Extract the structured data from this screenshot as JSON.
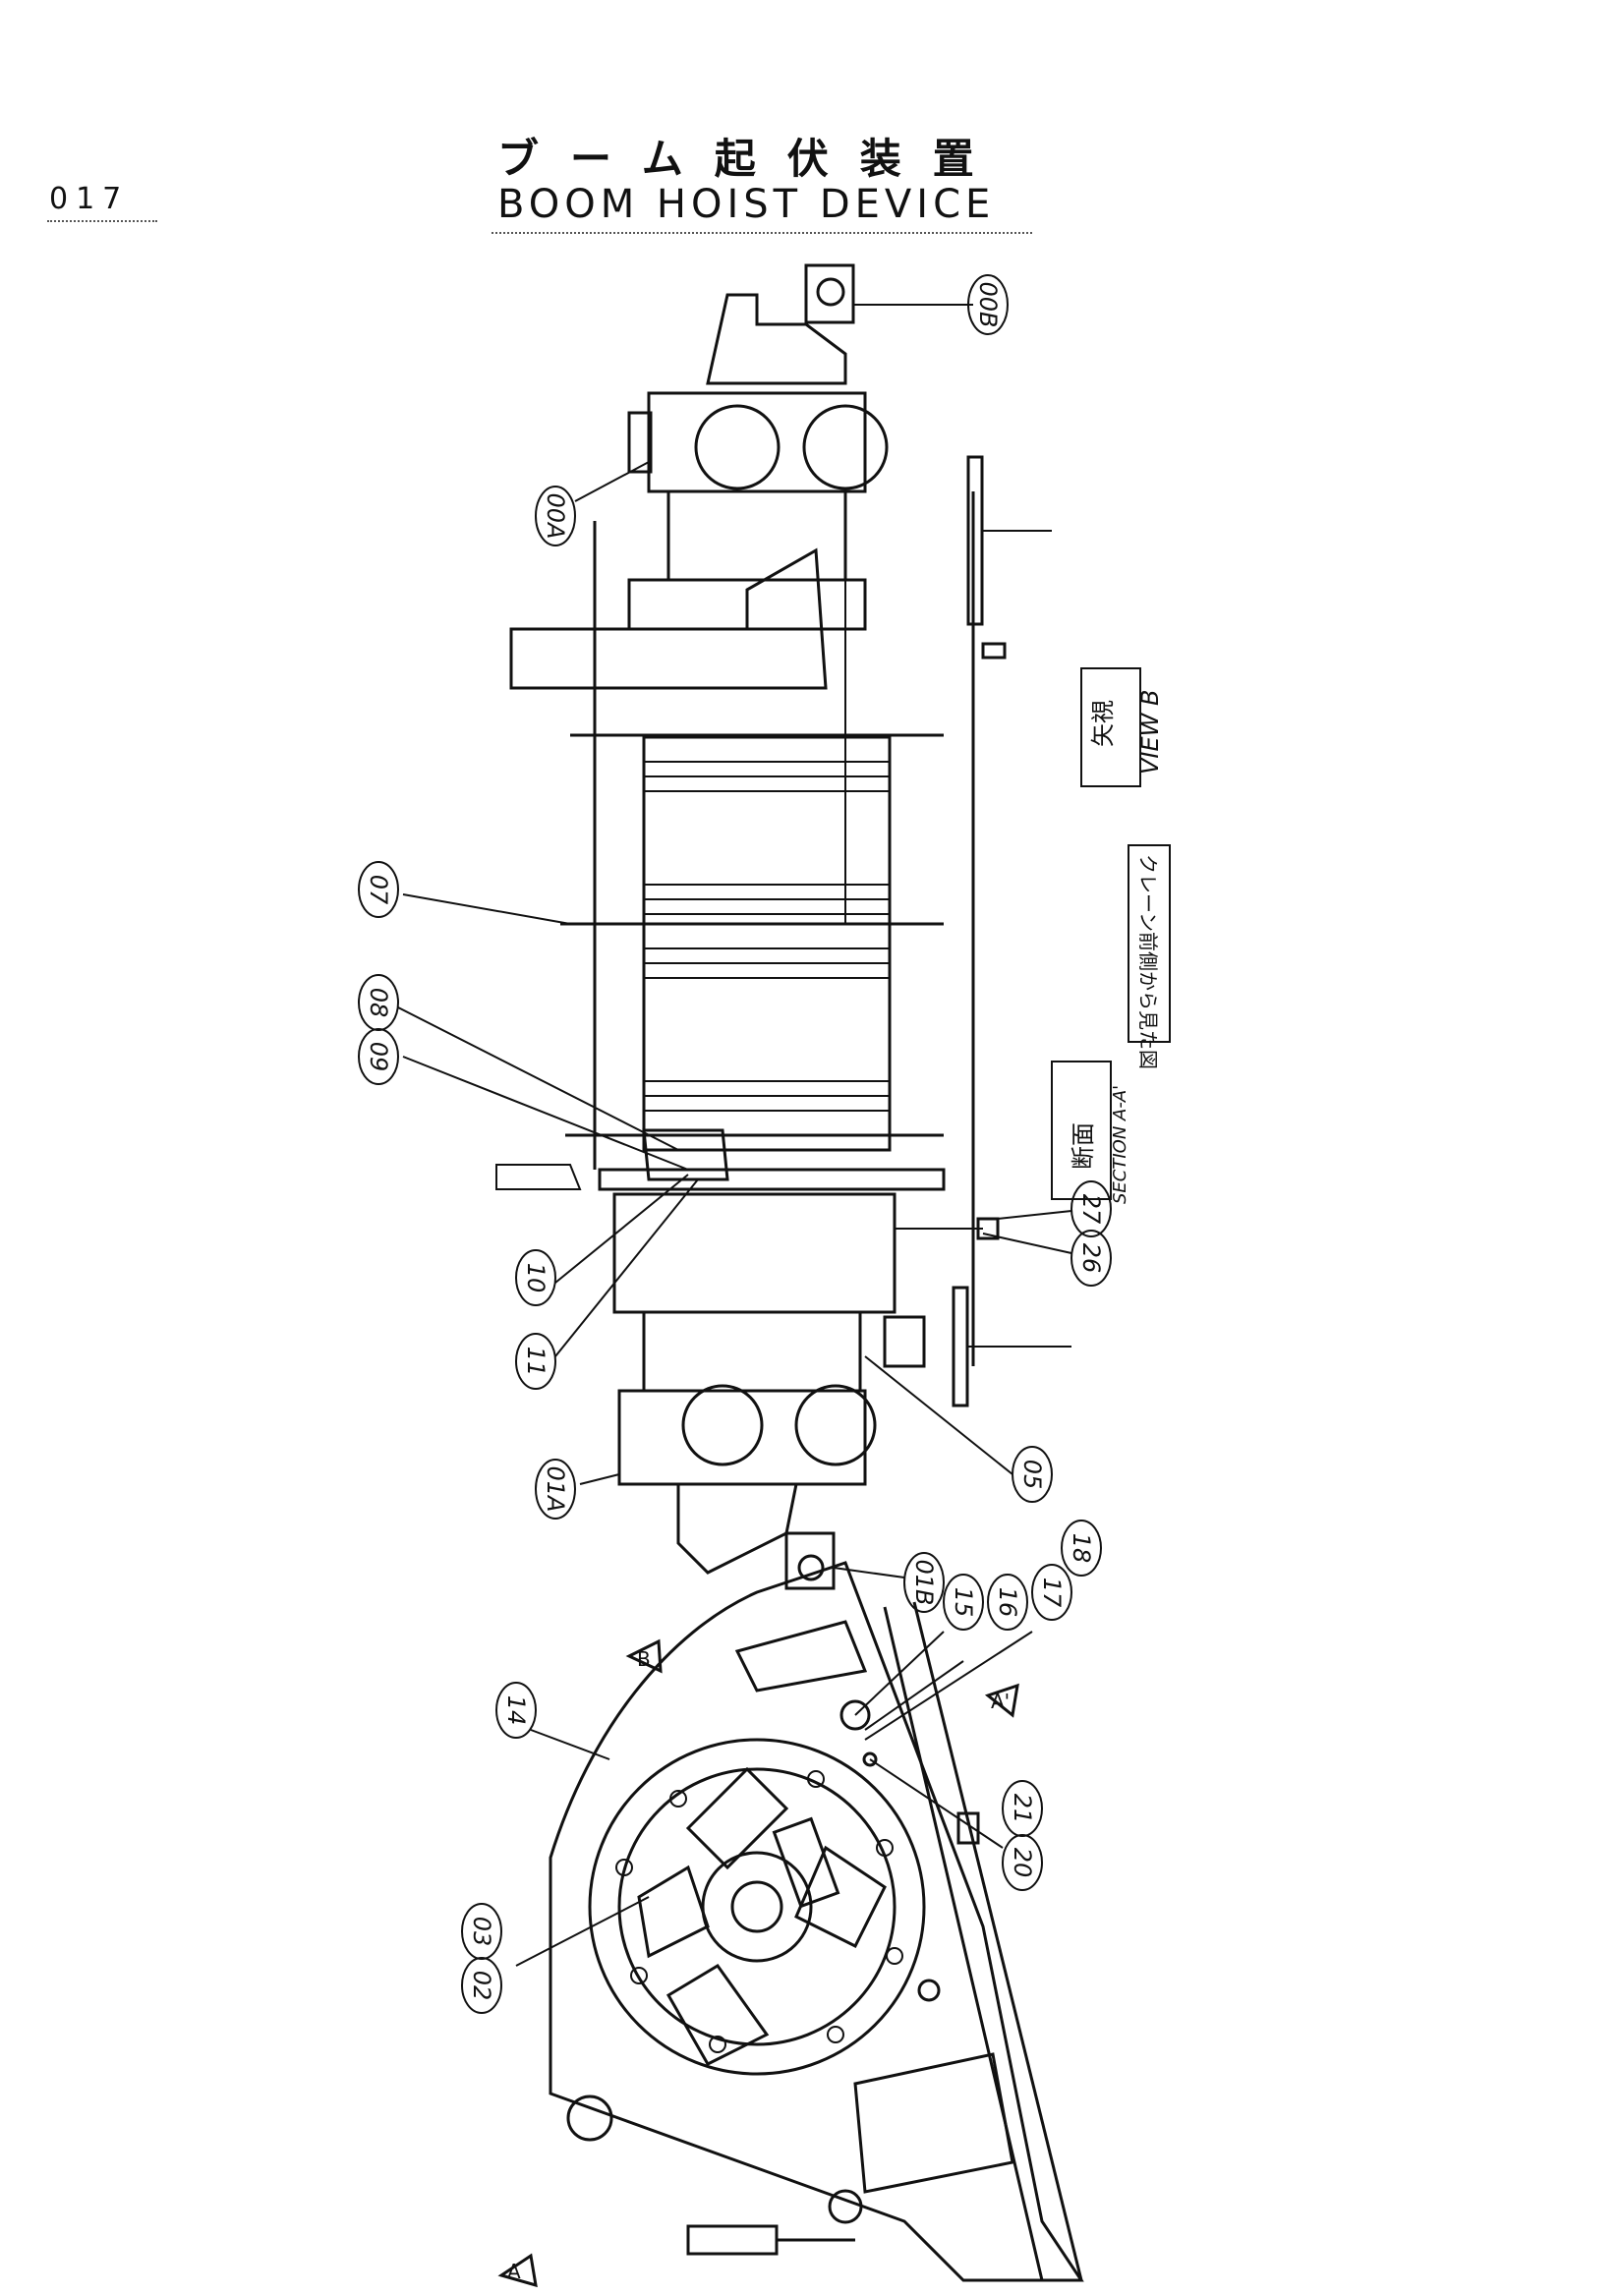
{
  "page": {
    "number": "017",
    "title_jp": "ブーム起伏装置",
    "title_en": "BOOM HOIST DEVICE"
  },
  "views": {
    "view_b_jp": "矢視",
    "view_b_en": "VIEW B",
    "section_jp": "断面",
    "section_en": "SECTION A-A'",
    "crane_note": "クレーン前側から見た図",
    "arrow_a": "A",
    "arrow_b": "B",
    "arrow_a2": "A'"
  },
  "callouts": [
    "00B",
    "00A",
    "07",
    "08",
    "09",
    "10",
    "11",
    "27",
    "26",
    "05",
    "01A",
    "01B",
    "14",
    "15",
    "16",
    "17",
    "18",
    "20",
    "21",
    "02",
    "03"
  ],
  "colors": {
    "ink": "#111111",
    "paper": "#ffffff"
  }
}
